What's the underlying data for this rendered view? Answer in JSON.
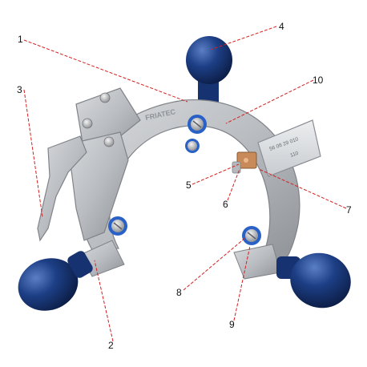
{
  "figure": {
    "brand_text": "FRIATEC",
    "plate_code": "56 08 29 010",
    "plate_size": "110"
  },
  "callouts": [
    {
      "id": "1",
      "label": "1"
    },
    {
      "id": "2",
      "label": "2"
    },
    {
      "id": "3",
      "label": "3"
    },
    {
      "id": "4",
      "label": "4"
    },
    {
      "id": "5",
      "label": "5"
    },
    {
      "id": "6",
      "label": "6"
    },
    {
      "id": "7",
      "label": "7"
    },
    {
      "id": "8",
      "label": "8"
    },
    {
      "id": "9",
      "label": "9"
    },
    {
      "id": "10",
      "label": "10"
    }
  ],
  "colors": {
    "knob_blue": "#1d3f86",
    "body_gray": "#b9bcc0",
    "leader_red": "#d42020"
  }
}
